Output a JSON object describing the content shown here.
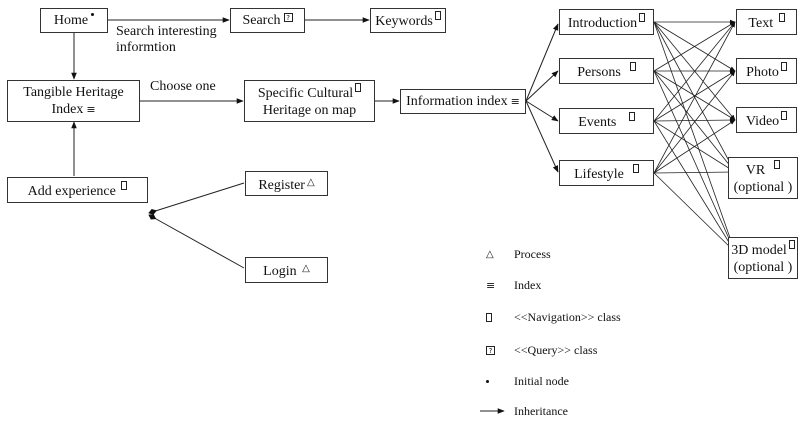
{
  "nodes": {
    "home": "Home",
    "search": "Search",
    "keywords": "Keywords",
    "tangible_line1": "Tangible Heritage",
    "tangible_line2": "Index",
    "specific_line1": "Specific Cultural",
    "specific_line2": "Heritage on map",
    "information_index": "Information index",
    "introduction": "Introduction",
    "persons": "Persons",
    "events": "Events",
    "lifestyle": "Lifestyle",
    "text": "Text",
    "photo": "Photo",
    "video": "Video",
    "vr_line1": "VR",
    "vr_line2": "(optional )",
    "model_line1": "3D model",
    "model_line2": "(optional )",
    "add_experience": "Add experience",
    "register": "Register",
    "login": "Login"
  },
  "edge_labels": {
    "search_line1": "Search interesting",
    "search_line2": "informtion",
    "choose_one": "Choose one"
  },
  "legend": {
    "process": "Process",
    "index": "Index",
    "navigation": "<<Navigation>> class",
    "query": "<<Query>> class",
    "initial": "Initial node",
    "inheritance": "Inheritance"
  },
  "symbols": {
    "process": "△",
    "index": "≡",
    "query": "?"
  }
}
